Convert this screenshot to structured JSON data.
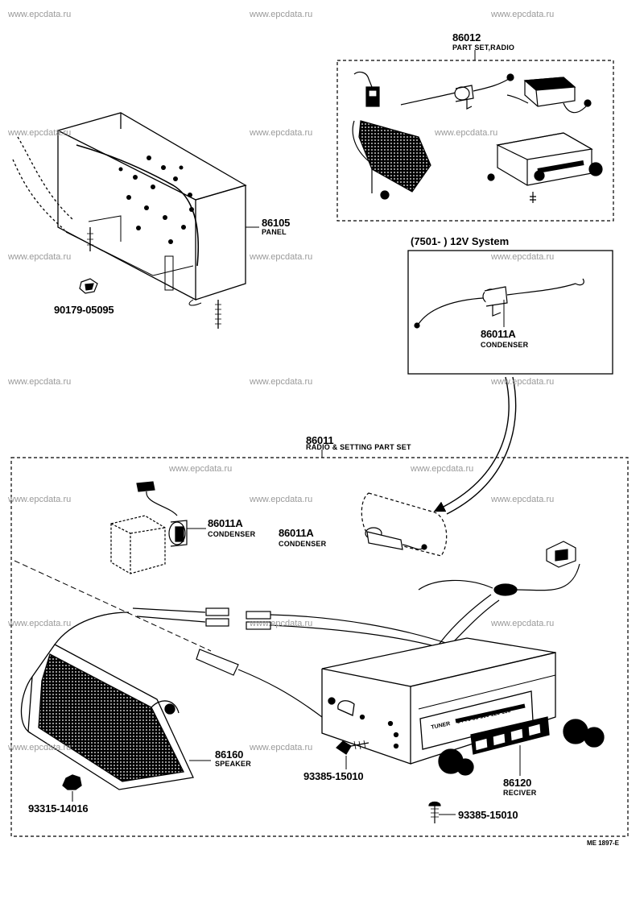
{
  "watermark": "www.epcdata.ru",
  "watermarks_count": 22,
  "parts": {
    "part_86012": {
      "number": "86012",
      "name": "PART SET,RADIO"
    },
    "part_86105": {
      "number": "86105",
      "name": "PANEL"
    },
    "part_90179": {
      "number": "90179-05095"
    },
    "system_note": {
      "text": "(7501-       ) 12V System"
    },
    "part_86011A_top": {
      "number": "86011A",
      "name": "CONDENSER"
    },
    "part_86011": {
      "number": "86011",
      "name": "RADIO & SETTING PART SET"
    },
    "part_86011A_left": {
      "number": "86011A",
      "name": "CONDENSER"
    },
    "part_86011A_mid": {
      "number": "86011A",
      "name": "CONDENSER"
    },
    "part_86160": {
      "number": "86160",
      "name": "SPEAKER"
    },
    "part_93385_a": {
      "number": "93385-15010"
    },
    "part_86120": {
      "number": "86120",
      "name": "RECIVER"
    },
    "part_93315": {
      "number": "93315-14016"
    },
    "part_93385_b": {
      "number": "93385-15010"
    }
  },
  "drawing_code": "ME 1897-E",
  "colors": {
    "line": "#000000",
    "watermark": "#9a9a9a",
    "background": "#ffffff"
  }
}
